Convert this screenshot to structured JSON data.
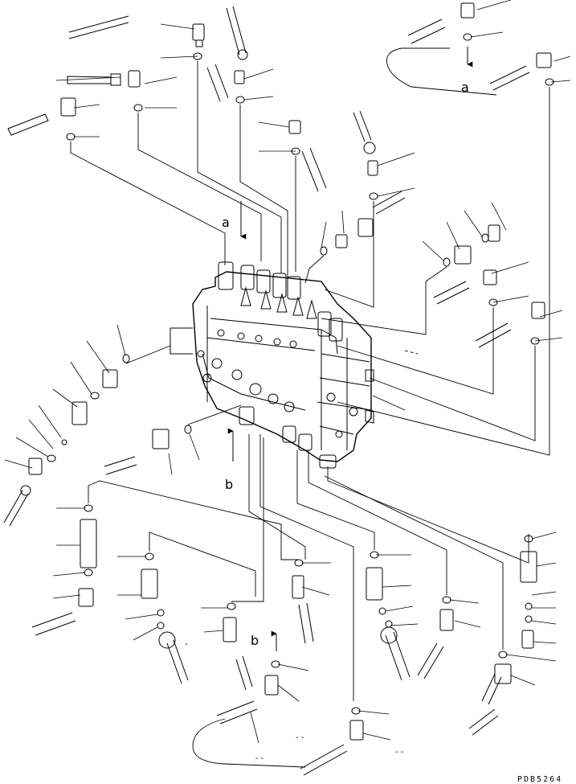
{
  "diagram": {
    "drawing_code": "PDB5264",
    "callouts": [
      "a",
      "a",
      "b",
      "b"
    ],
    "dash_marks": [
      "-",
      "- -",
      "- -",
      "- -"
    ]
  }
}
